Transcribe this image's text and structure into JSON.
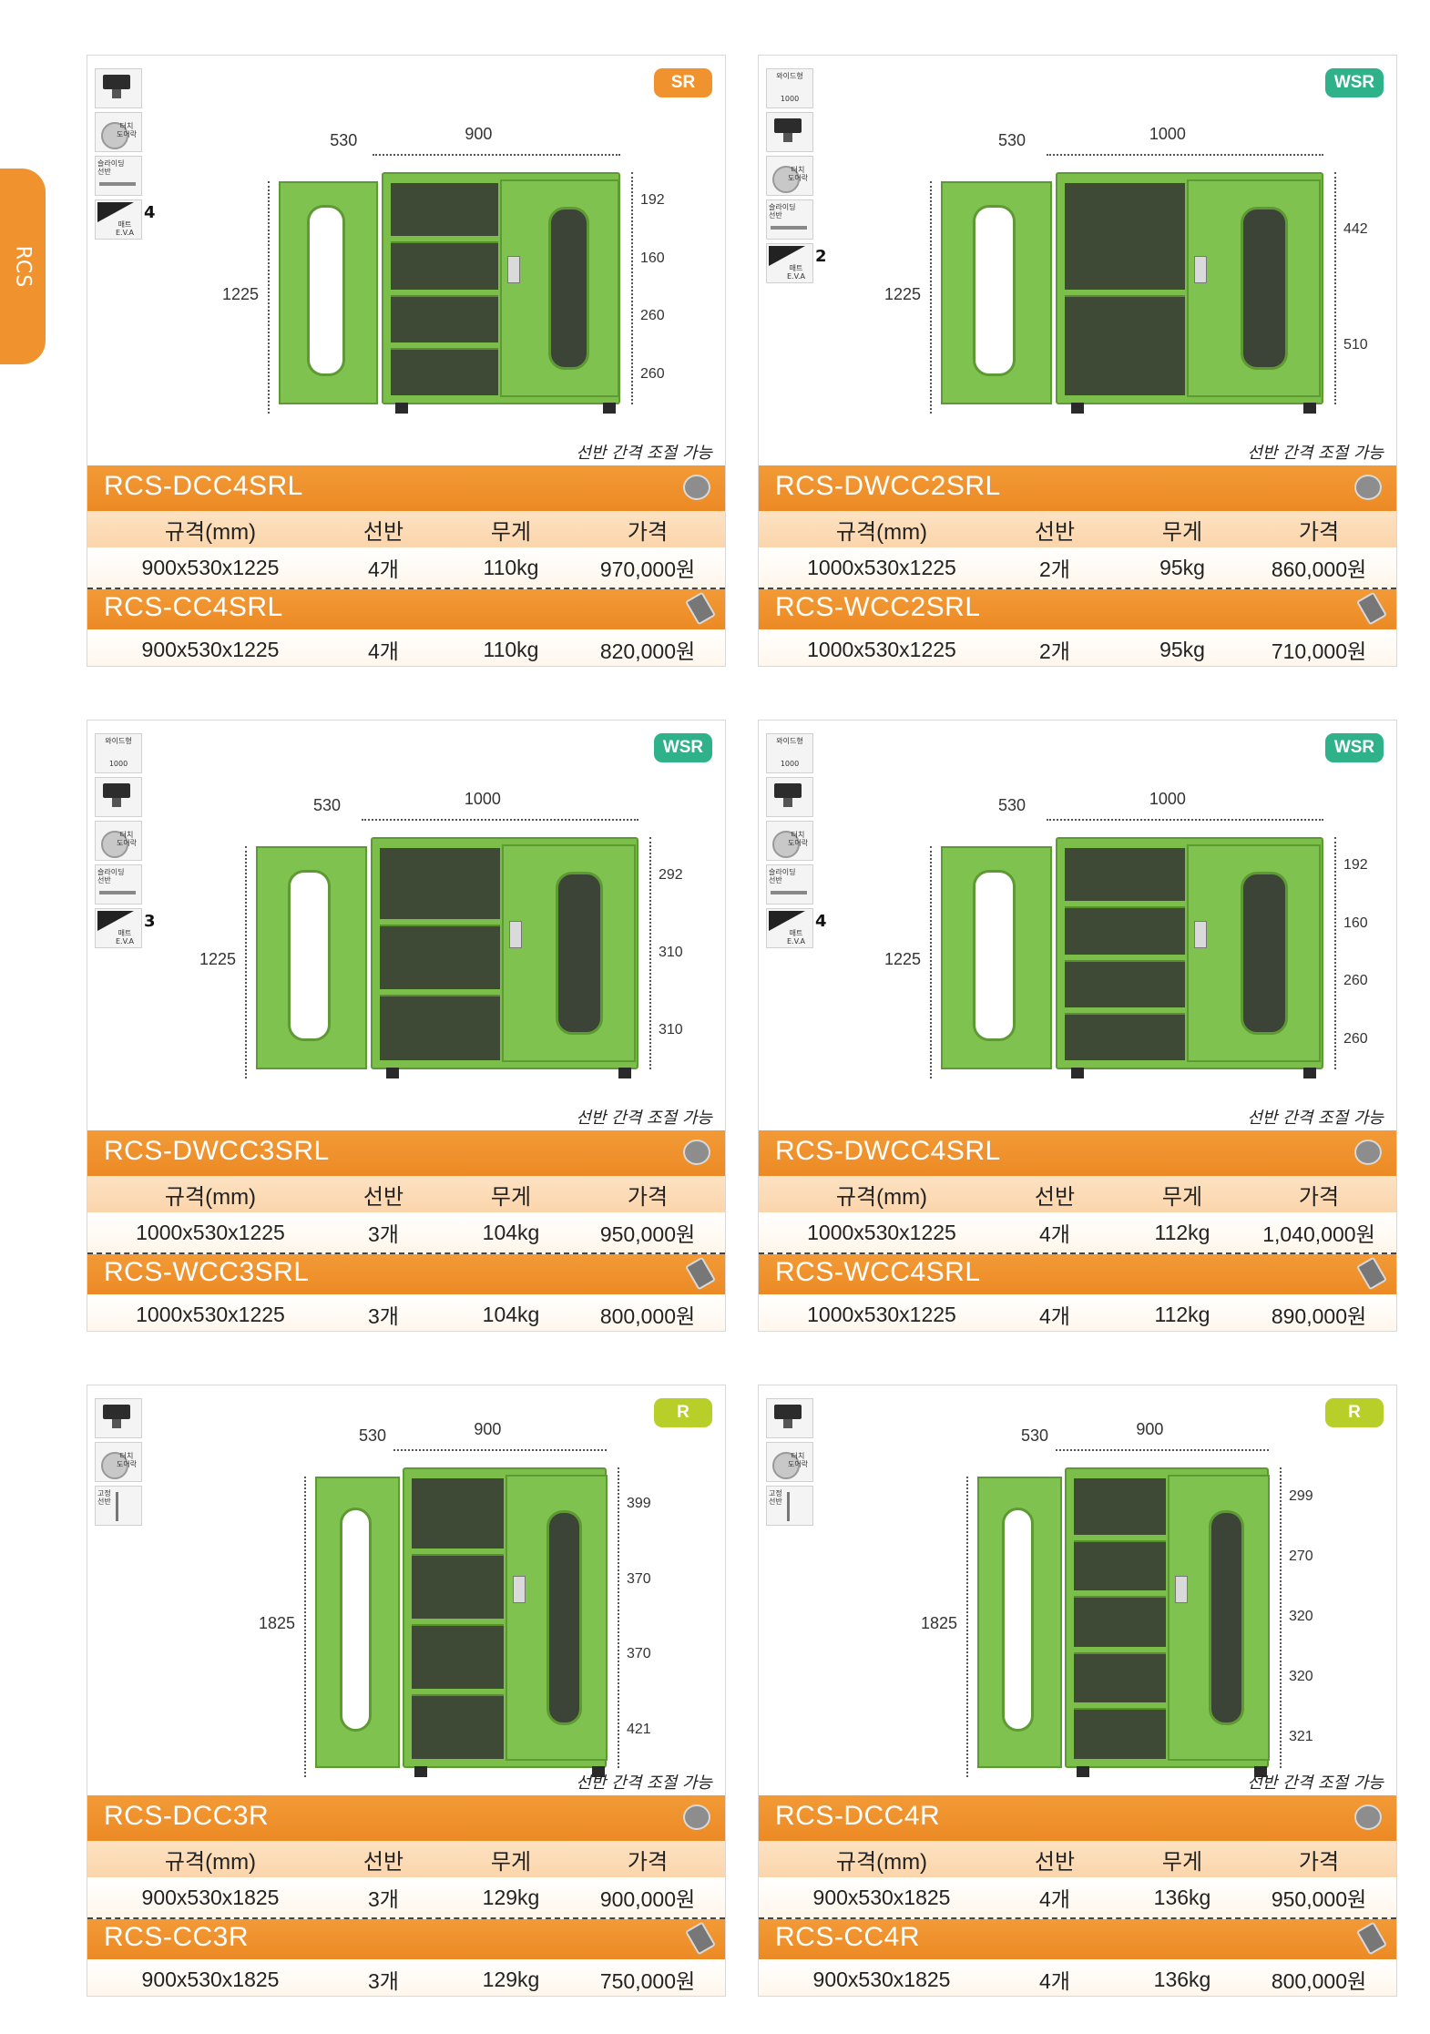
{
  "side_tab": {
    "label": "RCS"
  },
  "headers": [
    "규격(mm)",
    "선반",
    "무게",
    "가격"
  ],
  "shelf_note": "선반 간격 조절 가능",
  "icon_labels": {
    "wide": "와이드형",
    "wide_size": "1000",
    "touch": "터치\n도어락",
    "slide": "슬라이딩\n선반",
    "mat": "매트\nE.V.A",
    "fixed": "고정\n선반",
    "key": "열쇠"
  },
  "colors": {
    "accent_orange": "#ec8a25",
    "cabinet_green": "#7bbf4a",
    "badge_sr": "#f0932e",
    "badge_wsr": "#2fb18a",
    "badge_r": "#b8cf2a"
  },
  "cards": [
    {
      "badge": "SR",
      "shelf_count_icon": "4",
      "dims": {
        "depth": "530",
        "width": "900",
        "height": "1225",
        "gaps": [
          "192",
          "160",
          "260",
          "260"
        ]
      },
      "primary": {
        "model": "RCS-DCC4SRL",
        "spec": "900x530x1225",
        "shelves": "4개",
        "weight": "110kg",
        "price": "970,000원"
      },
      "secondary": {
        "model": "RCS-CC4SRL",
        "spec": "900x530x1225",
        "shelves": "4개",
        "weight": "110kg",
        "price": "820,000원"
      }
    },
    {
      "badge": "WSR",
      "shelf_count_icon": "2",
      "dims": {
        "depth": "530",
        "width": "1000",
        "height": "1225",
        "gaps": [
          "442",
          "510"
        ]
      },
      "primary": {
        "model": "RCS-DWCC2SRL",
        "spec": "1000x530x1225",
        "shelves": "2개",
        "weight": "95kg",
        "price": "860,000원"
      },
      "secondary": {
        "model": "RCS-WCC2SRL",
        "spec": "1000x530x1225",
        "shelves": "2개",
        "weight": "95kg",
        "price": "710,000원"
      }
    },
    {
      "badge": "WSR",
      "shelf_count_icon": "3",
      "dims": {
        "depth": "530",
        "width": "1000",
        "height": "1225",
        "gaps": [
          "292",
          "310",
          "310"
        ]
      },
      "primary": {
        "model": "RCS-DWCC3SRL",
        "spec": "1000x530x1225",
        "shelves": "3개",
        "weight": "104kg",
        "price": "950,000원"
      },
      "secondary": {
        "model": "RCS-WCC3SRL",
        "spec": "1000x530x1225",
        "shelves": "3개",
        "weight": "104kg",
        "price": "800,000원"
      }
    },
    {
      "badge": "WSR",
      "shelf_count_icon": "4",
      "dims": {
        "depth": "530",
        "width": "1000",
        "height": "1225",
        "gaps": [
          "192",
          "160",
          "260",
          "260"
        ]
      },
      "primary": {
        "model": "RCS-DWCC4SRL",
        "spec": "1000x530x1225",
        "shelves": "4개",
        "weight": "112kg",
        "price": "1,040,000원"
      },
      "secondary": {
        "model": "RCS-WCC4SRL",
        "spec": "1000x530x1225",
        "shelves": "4개",
        "weight": "112kg",
        "price": "890,000원"
      }
    },
    {
      "badge": "R",
      "shelf_count_icon": "",
      "dims": {
        "depth": "530",
        "width": "900",
        "height": "1825",
        "gaps": [
          "399",
          "370",
          "370",
          "421"
        ]
      },
      "primary": {
        "model": "RCS-DCC3R",
        "spec": "900x530x1825",
        "shelves": "3개",
        "weight": "129kg",
        "price": "900,000원"
      },
      "secondary": {
        "model": "RCS-CC3R",
        "spec": "900x530x1825",
        "shelves": "3개",
        "weight": "129kg",
        "price": "750,000원"
      }
    },
    {
      "badge": "R",
      "shelf_count_icon": "",
      "dims": {
        "depth": "530",
        "width": "900",
        "height": "1825",
        "gaps": [
          "299",
          "270",
          "320",
          "320",
          "321"
        ]
      },
      "primary": {
        "model": "RCS-DCC4R",
        "spec": "900x530x1825",
        "shelves": "4개",
        "weight": "136kg",
        "price": "950,000원"
      },
      "secondary": {
        "model": "RCS-CC4R",
        "spec": "900x530x1825",
        "shelves": "4개",
        "weight": "136kg",
        "price": "800,000원"
      }
    }
  ]
}
